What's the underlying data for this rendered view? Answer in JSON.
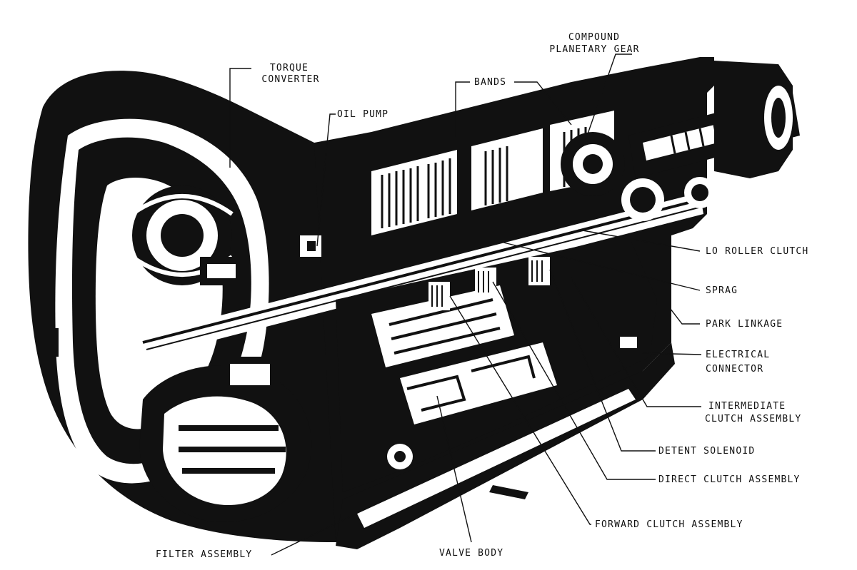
{
  "diagram": {
    "labels": {
      "compound_planetary_gear_1": "COMPOUND",
      "compound_planetary_gear_2": "PLANETARY GEAR",
      "torque_converter_1": "TORQUE",
      "torque_converter_2": "CONVERTER",
      "oil_pump": "OIL PUMP",
      "bands": "BANDS",
      "lo_roller_clutch": "LO ROLLER CLUTCH",
      "sprag": "SPRAG",
      "park_linkage": "PARK LINKAGE",
      "electrical_connector_1": "ELECTRICAL",
      "electrical_connector_2": "CONNECTOR",
      "intermediate_clutch_1": "INTERMEDIATE",
      "intermediate_clutch_2": "CLUTCH ASSEMBLY",
      "detent_solenoid": "DETENT SOLENOID",
      "direct_clutch": "DIRECT CLUTCH ASSEMBLY",
      "forward_clutch": "FORWARD CLUTCH ASSEMBLY",
      "filter_assembly": "FILTER ASSEMBLY",
      "valve_body": "VALVE BODY"
    },
    "colors": {
      "ink": "#111111",
      "paper": "#ffffff"
    }
  }
}
